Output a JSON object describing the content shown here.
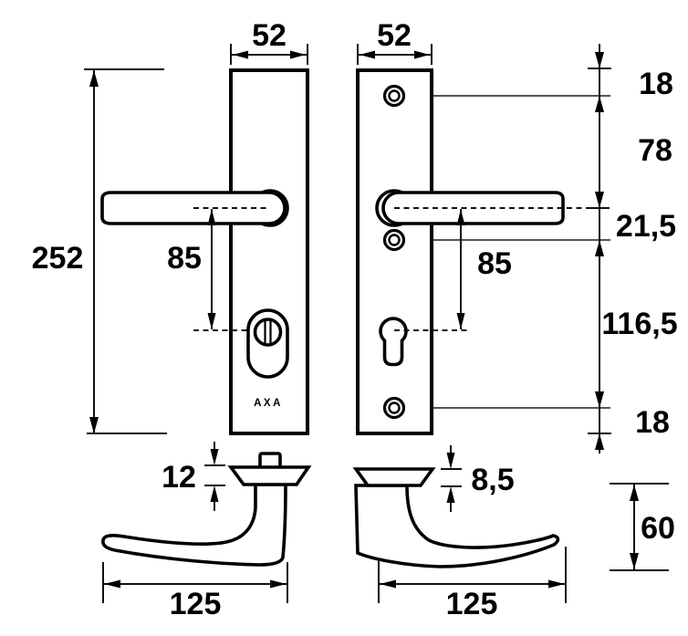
{
  "drawing": {
    "brand": "AXA",
    "views": {
      "front_left": {
        "plate_width": "52",
        "plate_height": "252",
        "handle_to_cylinder": "85"
      },
      "front_right": {
        "plate_width": "52",
        "handle_to_cylinder": "85"
      },
      "right_chain": {
        "top_to_screw": "18",
        "screw_to_handle": "78",
        "handle_to_screw": "21,5",
        "screw_to_screw": "116,5",
        "screw_to_bottom": "18"
      },
      "side_left": {
        "plate_thickness": "12",
        "handle_length": "125"
      },
      "side_right": {
        "plate_thickness": "8,5",
        "handle_length": "125",
        "handle_projection": "60"
      }
    }
  }
}
